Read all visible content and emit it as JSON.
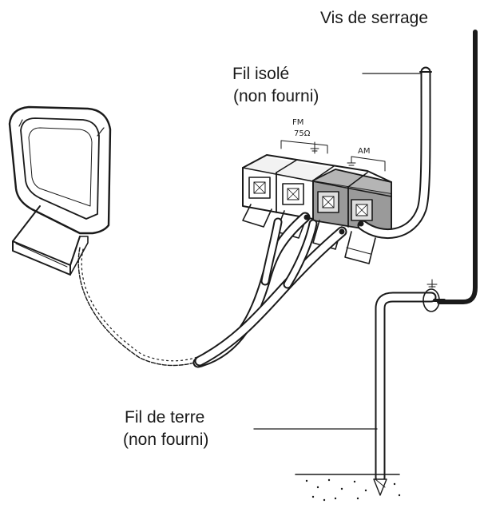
{
  "labels": {
    "clamp_screw": "Vis de serrage",
    "insulated_wire_1": "Fil isolé",
    "insulated_wire_2": "(non fourni)",
    "ground_wire_1": "Fil de terre",
    "ground_wire_2": "(non fourni)"
  },
  "terminals": {
    "fm": "FM",
    "fm_ohm": "75Ω",
    "am": "AM"
  },
  "colors": {
    "line": "#1a1a1a",
    "terminal_gray": "#9a9a9a",
    "panel_light": "#f2f2f2"
  }
}
